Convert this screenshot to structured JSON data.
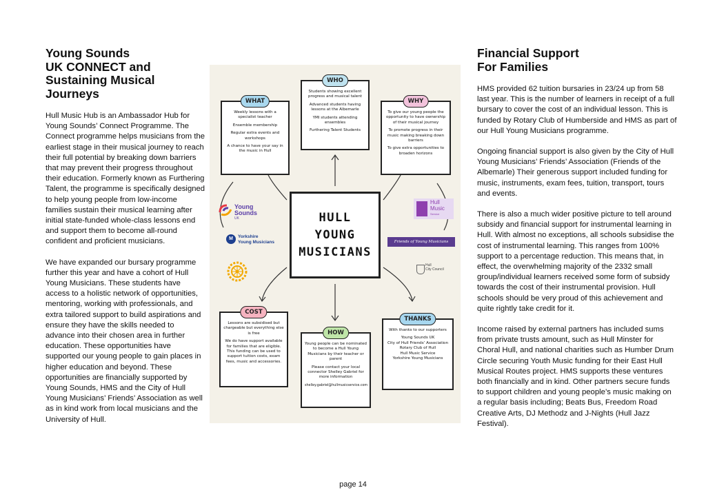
{
  "left": {
    "heading": "Young Sounds\nUK CONNECT and\nSustaining Musical\nJourneys",
    "paragraphs": [
      "Hull Music Hub is an Ambassador Hub for Young Sounds’ Connect Programme.  The Connect programme helps musicians from the earliest stage in their musical journey to reach their full potential by breaking down barriers that may prevent their progress throughout their education. Formerly known as Furthering Talent, the programme is specifically designed to help young people from low-income families sustain their musical learning after initial state-funded whole-class lessons end and support them to become all-round confident and proficient musicians.",
      "We have expanded our bursary programme further this year and have a cohort of Hull Young Musicians.  These students have access to a holistic network of opportunities, mentoring, working with professionals, and extra tailored support to build aspirations and ensure they have the skills needed to advance into their chosen area in further education.  These opportunities have supported our young people to gain places in higher education and beyond. These opportunities are financially supported by Young Sounds, HMS and the City of Hull Young Musicians’ Friends’ Association as well as in kind work from local musicians and the University of Hull."
    ]
  },
  "right": {
    "heading": "Financial Support\nFor Families",
    "paragraphs": [
      "HMS provided 62 tuition bursaries in 23/24 up from 58 last year. This is the number of learners in receipt of a full bursary to cover the cost of an individual lesson. This is funded by Rotary Club of Humberside and HMS as part of our Hull Young Musicians programme.",
      "Ongoing financial support is also given by the City of Hull Young Musicians’ Friends’ Association (Friends of the Albemarle) Their generous support included funding for music, instruments, exam fees, tuition, transport, tours and events.",
      "There is also a much wider positive picture to tell around subsidy and financial support for instrumental learning in Hull. With almost no exceptions, all schools subsidise the cost of instrumental learning. This ranges from 100% support to a percentage reduction. This means that, in effect, the overwhelming majority of the 2332 small group/individual learners received some form of subsidy towards the cost of their instrumental provision. Hull schools should be very proud of this achievement and quite rightly take credit for it.",
      "Income raised by external partners has included sums from private trusts amount, such as Hull Minster for Choral Hull, and national charities such as Humber Drum Circle securing Youth Music funding for their East Hull Musical Routes project. HMS supports these ventures both financially and in kind. Other partners secure funds to support children and young people’s music making on a regular basis including; Beats Bus, Freedom Road Creative Arts, DJ Methodz and J-Nights (Hull Jazz Festival)."
    ]
  },
  "footer": {
    "page": "page 14"
  },
  "poster": {
    "center": "HULL\nYOUNG\nMUSICIANS",
    "who": {
      "tag": "WHO",
      "lines": [
        "Students showing excellent progress and musical talent",
        "Advanced students having lessons at the Albemarle",
        "YMI students attending ensembles",
        "Furthering Talent Students"
      ]
    },
    "what": {
      "tag": "WHAT",
      "lines": [
        "Weekly lessons with a specialist teacher",
        "Ensemble membership",
        "Regular extra events and workshops",
        "A chance to have your say in the music in Hull"
      ]
    },
    "why": {
      "tag": "WHY",
      "lines": [
        "To give our young people the opportunity to have ownership of their musical journey",
        "To promote progress in their music making breaking down barriers",
        "To give extra opportunities to broaden horizons"
      ]
    },
    "cost": {
      "tag": "COST",
      "lines": [
        "Lessons are subsidised but chargeable but everything else is free",
        "We do have support available for families that are eligible. This funding can be used to support tuition costs, exam fees, music and accessories."
      ]
    },
    "how": {
      "tag": "HOW",
      "lines": [
        "Young people can be nominated to become a Hull Young Musicians by their teacher or parent",
        "Please contact your local connector Shelley Gabriel for more information",
        "shelley.gabriel@hullmusicservice.com"
      ]
    },
    "thanks": {
      "tag": "THANKS",
      "lines": [
        "With thanks to our supporters",
        "Young Sounds UK\nCity of Hull Friends’ Association\nRotary Club of Hull\nHull Music Service\nYorkshire Young Musicians"
      ]
    },
    "logos": {
      "young_sounds": "Young Sounds",
      "young_sounds_sub": "UK",
      "yorkshire": "Yorkshire\nYoung Musicians",
      "hull_music": "Hull\nMusic",
      "hull_music_sub": "Service",
      "friends": "Friends of Young Musicians",
      "hull_city": "Hull\nCity Council"
    },
    "colors": {
      "who": "#bfe3f0",
      "what": "#a9d8ef",
      "why": "#f3c3dc",
      "cost": "#f6b3c0",
      "how": "#bfe6a8",
      "thanks": "#a7d7ef"
    }
  }
}
